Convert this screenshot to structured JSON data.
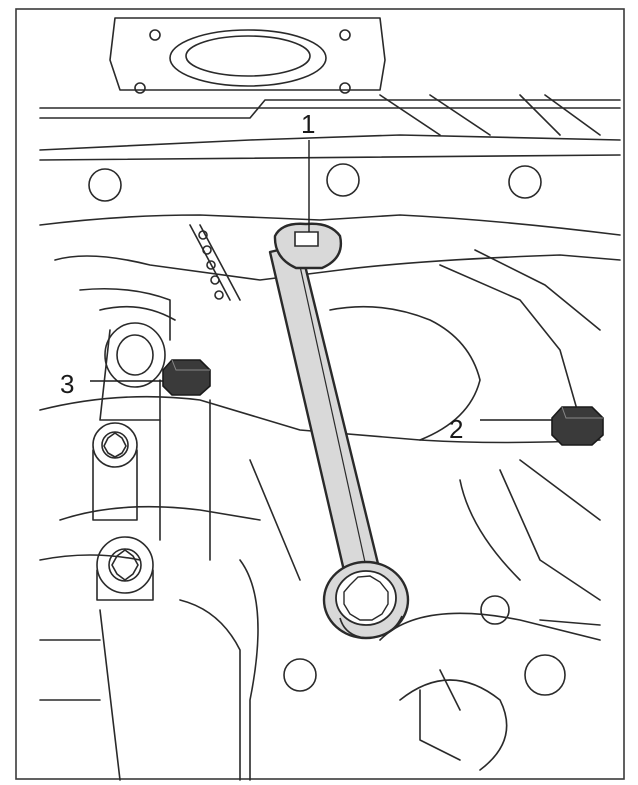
{
  "figure": {
    "callouts": [
      {
        "id": "callout-1",
        "text": "1"
      },
      {
        "id": "callout-2",
        "text": "2"
      },
      {
        "id": "callout-3",
        "text": "3"
      }
    ]
  },
  "colors": {
    "line": "#2a2a2a",
    "wrench_fill": "#d9d9d9",
    "bolt_fill": "#3a3a3a",
    "background": "#ffffff"
  }
}
